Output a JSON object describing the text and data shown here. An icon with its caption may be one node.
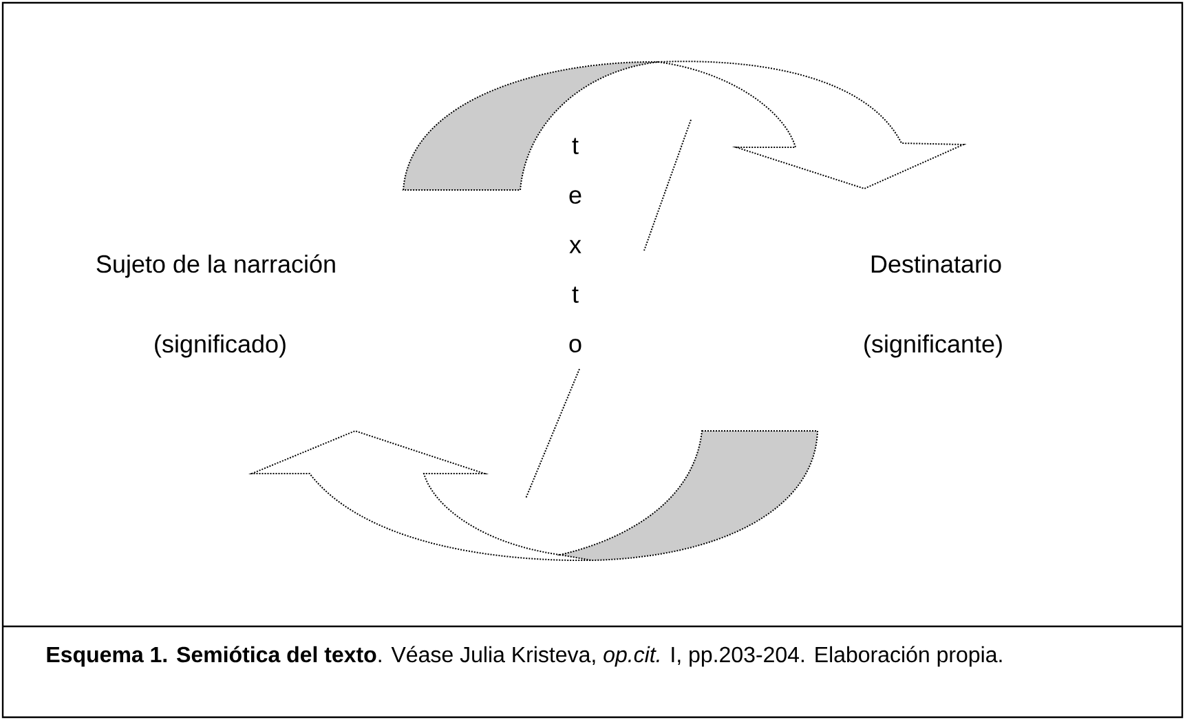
{
  "diagram": {
    "caption": "**Esquema 1. Semiótica del texto**.  Véase Julia Kristeva, *op.cit.* I, pp.203-204. Elaboración propia.",
    "labels": [
      "Sujeto de la narración",
      "(significado)",
      "texto",
      "Destinatario",
      "(significante)"
    ]
  }
}
